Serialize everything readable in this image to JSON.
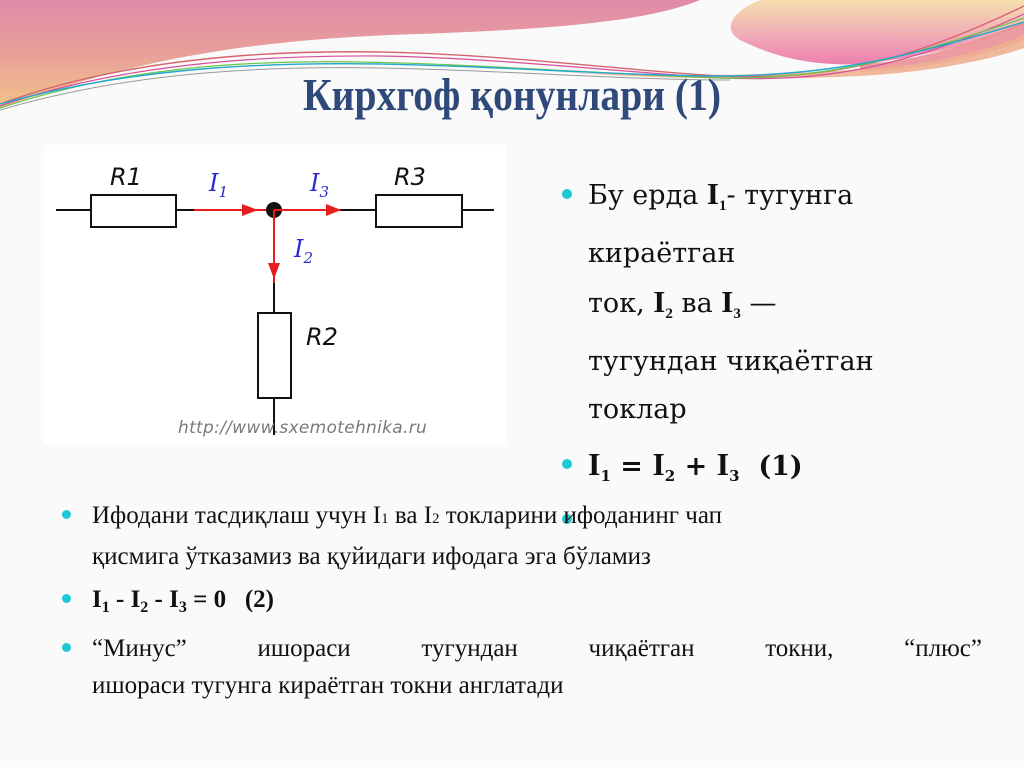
{
  "slide": {
    "title": "Кирхгоф қонунлари (1)",
    "colors": {
      "title": "#2f4a7a",
      "bullet": "#1ec8d6",
      "current_arrow": "#e81c1c",
      "current_label": "#2a2acf",
      "wave_pink": "#e58aa8",
      "wave_peach": "#f0b48a"
    }
  },
  "circuit": {
    "labels": {
      "r1": "R1",
      "r2": "R2",
      "r3": "R3",
      "i1": "I",
      "i1_sub": "1",
      "i2": "I",
      "i2_sub": "2",
      "i3": "I",
      "i3_sub": "3"
    },
    "watermark": "http://www.sxemotehnika.ru"
  },
  "right_list": {
    "item1": {
      "line1_prefix": "Бу ерда ",
      "i1": "I",
      "i1_sub": "1",
      "line1_suffix": "- тугунга",
      "line2": "кираётган",
      "line3_prefix": "ток,  ",
      "i2": "I",
      "i2_sub": "2",
      "line3_mid": " ва ",
      "i3": "I",
      "i3_sub": "3",
      "line3_suffix": " —",
      "line4": "тугундан чиқаётган",
      "line5": "токлар"
    },
    "equation1": {
      "i1": "I",
      "i1_sub": "1",
      "eq": " = ",
      "i2": "I",
      "i2_sub": "2",
      "plus": " + ",
      "i3": "I",
      "i3_sub": "3",
      "num": "  (1)"
    }
  },
  "bottom_list": {
    "item1": {
      "t1": "Ифодани тасдиқлаш учун I",
      "s1": "1",
      "t2": " ва I",
      "s2": "2",
      "t3": " токларини ифоданинг чап",
      "line2": "қисмига ўтказамиз ва қуйидаги ифодага эга бўламиз"
    },
    "equation2": {
      "i1": "I",
      "i1_sub": "1",
      "m1": " - ",
      "i2": "I",
      "i2_sub": "2",
      "m2": " - ",
      "i3": "I",
      "i3_sub": "3",
      "rest": " = 0   (2)"
    },
    "item3": {
      "words": [
        "“Минус”",
        "ишораси",
        "тугундан",
        "чиқаётган",
        "токни,",
        "“плюс”"
      ],
      "line2": "ишораси тугунга кираётган токни англатади"
    }
  }
}
